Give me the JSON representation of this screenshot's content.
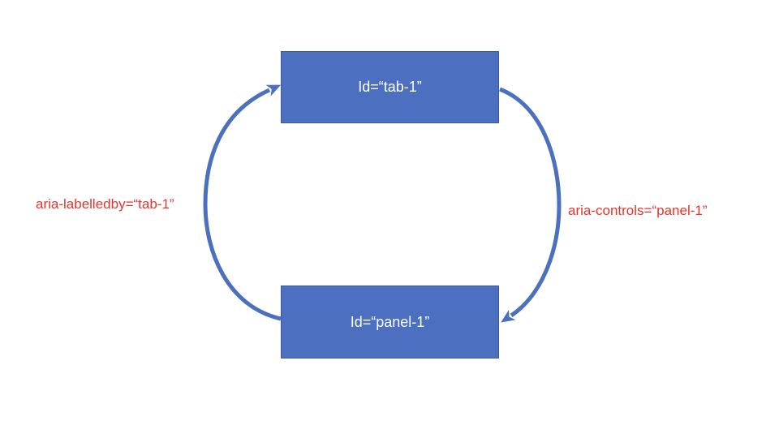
{
  "diagram": {
    "colors": {
      "background": "#FFFFFF",
      "node-fill": "#4C70BF",
      "node-border": "#3A5A9B",
      "node-text": "#FFFFFF",
      "arrow": "#4A70BE",
      "edge-label": "#E5352B"
    },
    "nodes": [
      {
        "id": "tab-node",
        "label": "Id=“tab-1”"
      },
      {
        "id": "panel-node",
        "label": "Id=“panel-1”"
      }
    ],
    "edges": [
      {
        "id": "aria-labelledby",
        "label": "aria-labelledby=“tab-1”",
        "from": "panel-node",
        "to": "tab-node",
        "side": "left"
      },
      {
        "id": "aria-controls",
        "label": "aria-controls=“panel-1”",
        "from": "tab-node",
        "to": "panel-node",
        "side": "right"
      }
    ]
  }
}
